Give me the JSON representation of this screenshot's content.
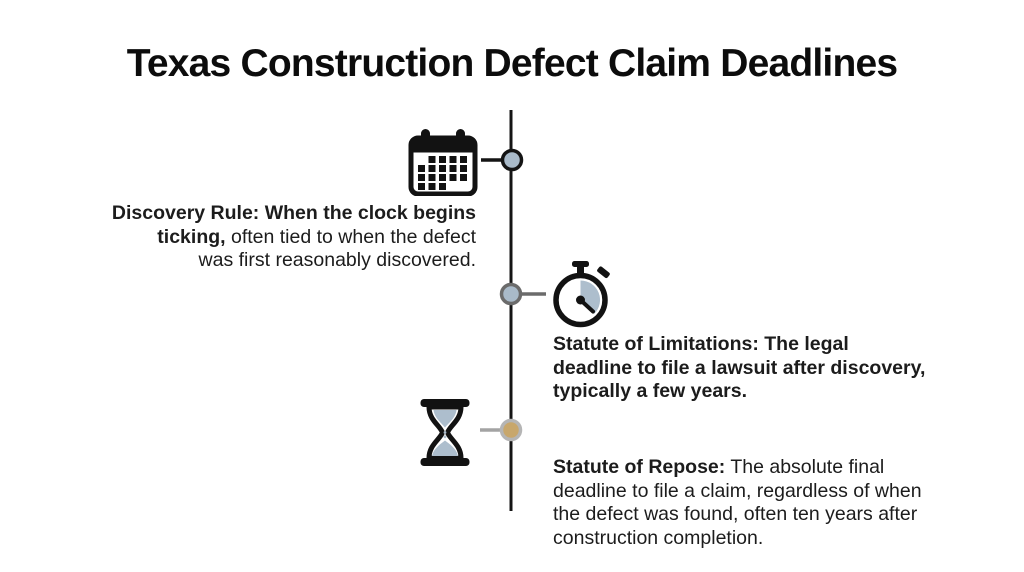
{
  "title": "Texas Construction Defect Claim Deadlines",
  "colors": {
    "background": "#ffffff",
    "timeline_line": "#141414",
    "accent_bluegray": "#adbecd",
    "icon_black": "#121212",
    "text": "#1c1c1c"
  },
  "timeline_items": [
    {
      "name": "discovery-rule",
      "icon": "calendar-icon",
      "side": "left",
      "node": {
        "fill": "#a9bac9",
        "stroke": "#141414",
        "connector": "#141414"
      },
      "lines": [
        {
          "bold": "Discovery Rule: When the clock begins",
          "regular": ""
        },
        {
          "bold": "ticking,",
          "regular": " often tied to when the defect"
        },
        {
          "bold": "",
          "regular": "was first reasonably discovered."
        }
      ]
    },
    {
      "name": "statute-of-limitations",
      "icon": "stopwatch-icon",
      "side": "right",
      "node": {
        "fill": "#a9bac9",
        "stroke": "#6b6b6b",
        "connector": "#6b6b6b"
      },
      "lines": [
        {
          "bold": "Statute of Limitations: The legal",
          "regular": ""
        },
        {
          "bold": "deadline to file a lawsuit after discovery,",
          "regular": ""
        },
        {
          "bold": "typically a few years.",
          "regular": ""
        }
      ]
    },
    {
      "name": "statute-of-repose",
      "icon": "hourglass-icon",
      "side": "right",
      "node": {
        "fill": "#c8a76c",
        "stroke": "#b5b5b5",
        "connector": "#a3a3a3"
      },
      "lines": [
        {
          "bold": "Statute of Repose:",
          "regular": " The absolute final"
        },
        {
          "bold": "",
          "regular": "deadline to file a claim, regardless of when"
        },
        {
          "bold": "",
          "regular": "the defect was found, often ten years after"
        },
        {
          "bold": "",
          "regular": "construction completion."
        }
      ]
    }
  ]
}
